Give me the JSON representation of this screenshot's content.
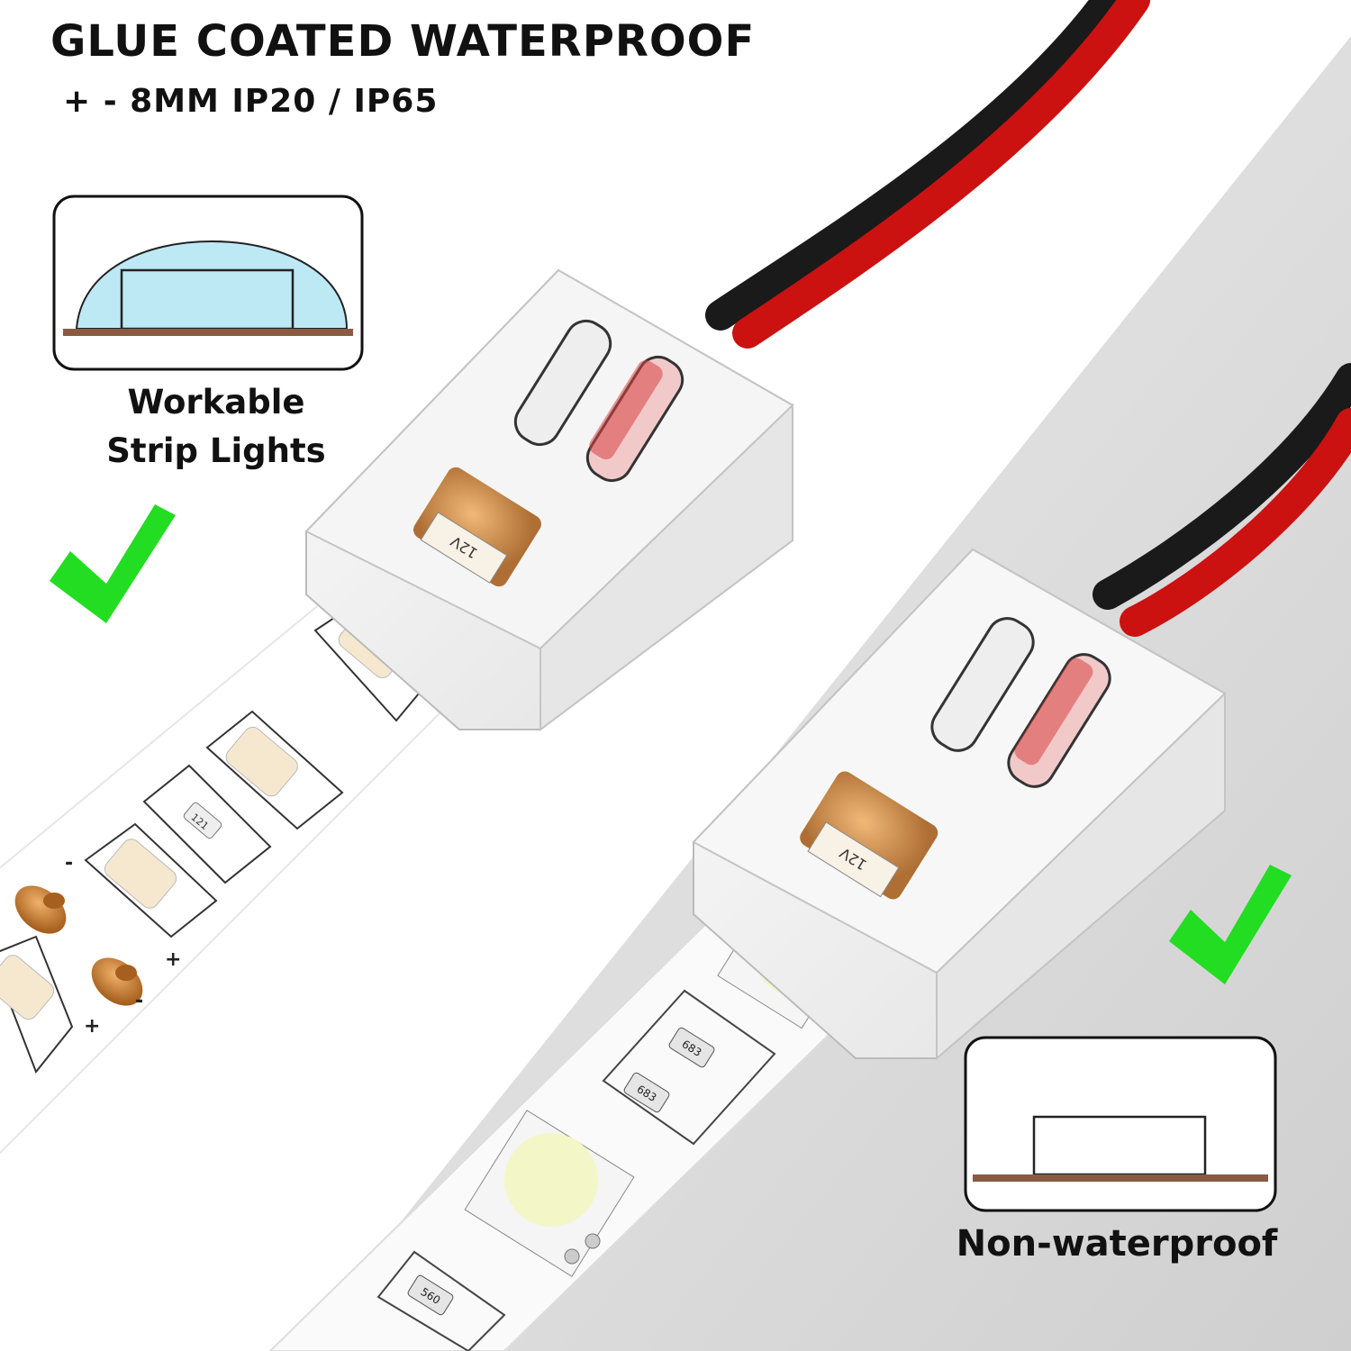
{
  "header": {
    "title": "GLUE COATED WATERPROOF",
    "subtitle": "+ -  8MM IP20 / IP65"
  },
  "left_panel": {
    "label_line1": "Workable",
    "label_line2": "Strip Lights",
    "check_icon": "check-icon",
    "check_color": "#22dd22"
  },
  "right_panel": {
    "label": "Non-waterproof",
    "check_icon": "check-icon",
    "check_color": "#22dd22"
  },
  "strip_markings": {
    "resistor_top": "121",
    "resistor_1": "683",
    "resistor_2": "683",
    "resistor_3": "560",
    "plus": "+",
    "minus": "-",
    "connector_text": "12V"
  },
  "colors": {
    "wire_red": "#cc1111",
    "wire_black": "#1a1a1a",
    "background_diagonal": "#d9d9d9",
    "base_line": "#8a5a44",
    "dome": "#bde9f5"
  }
}
